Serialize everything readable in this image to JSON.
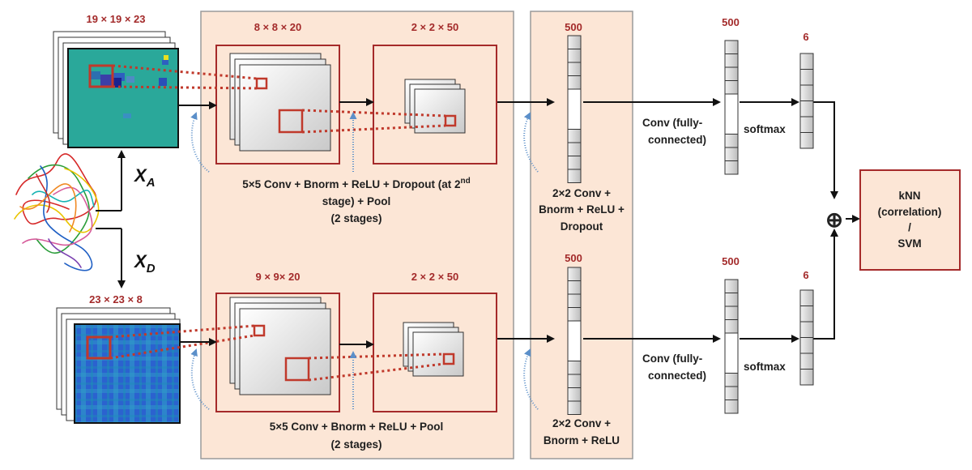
{
  "input_a": {
    "dims": "19 × 19 × 23",
    "symbol": "X",
    "subscript": "A"
  },
  "input_d": {
    "dims": "23 × 23 × 8",
    "symbol": "X",
    "subscript": "D"
  },
  "branch_a": {
    "conv_dims": "8 × 8 × 20",
    "pool_dims": "2 × 2 × 50",
    "caption_line1": "5×5 Conv + Bnorm + ReLU + Dropout (at 2",
    "caption_sup": "nd",
    "caption_line2": "stage) + Pool",
    "caption_line3": "(2 stages)",
    "fc_caption": [
      "2×2 Conv +",
      "Bnorm + ReLU +",
      "Dropout"
    ],
    "fc_size": "500",
    "out_size": "500",
    "softmax_size": "6",
    "conv_fc_label": [
      "Conv (fully-",
      "connected)"
    ],
    "softmax_label": "softmax"
  },
  "branch_d": {
    "conv_dims": "9 × 9× 20",
    "pool_dims": "2 × 2 × 50",
    "caption_line1": "5×5 Conv + Bnorm + ReLU + Pool",
    "caption_line2": "(2 stages)",
    "fc_caption": [
      "2×2 Conv +",
      "Bnorm + ReLU"
    ],
    "fc_size": "500",
    "out_size": "500",
    "softmax_size": "6",
    "conv_fc_label": [
      "Conv (fully-",
      "connected)"
    ],
    "softmax_label": "softmax"
  },
  "classifier": {
    "lines": [
      "kNN",
      "(correlation)",
      "/",
      "SVM"
    ]
  },
  "fusion_symbol": "⊕",
  "colors": {
    "panel_fill": "#fce6d6",
    "panel_stroke": "#9a9a9a",
    "box_stroke": "#a52a2a",
    "dim_text": "#a32a2a",
    "dotted": "#c0392b",
    "curve_arrow": "#5b8fc9",
    "map_a": "#2aa89a",
    "map_d": "#2d6fd6"
  }
}
